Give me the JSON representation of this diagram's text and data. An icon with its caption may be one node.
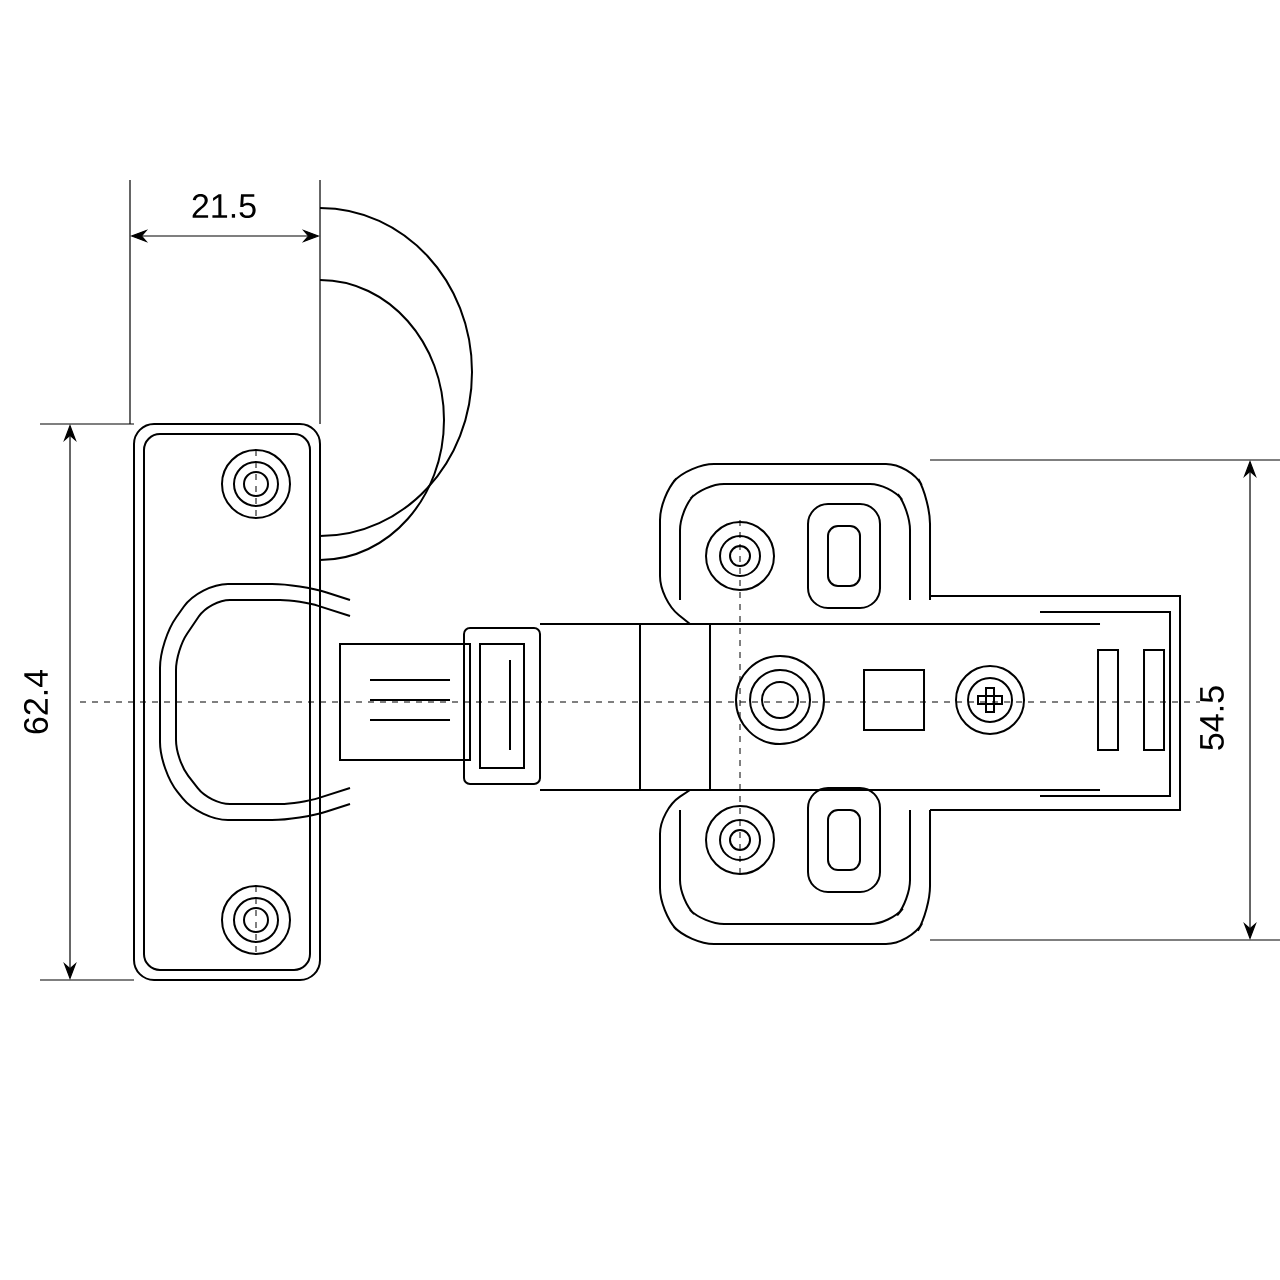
{
  "diagram": {
    "labels": [
      "21.5",
      "62.4",
      "54.5"
    ]
  }
}
